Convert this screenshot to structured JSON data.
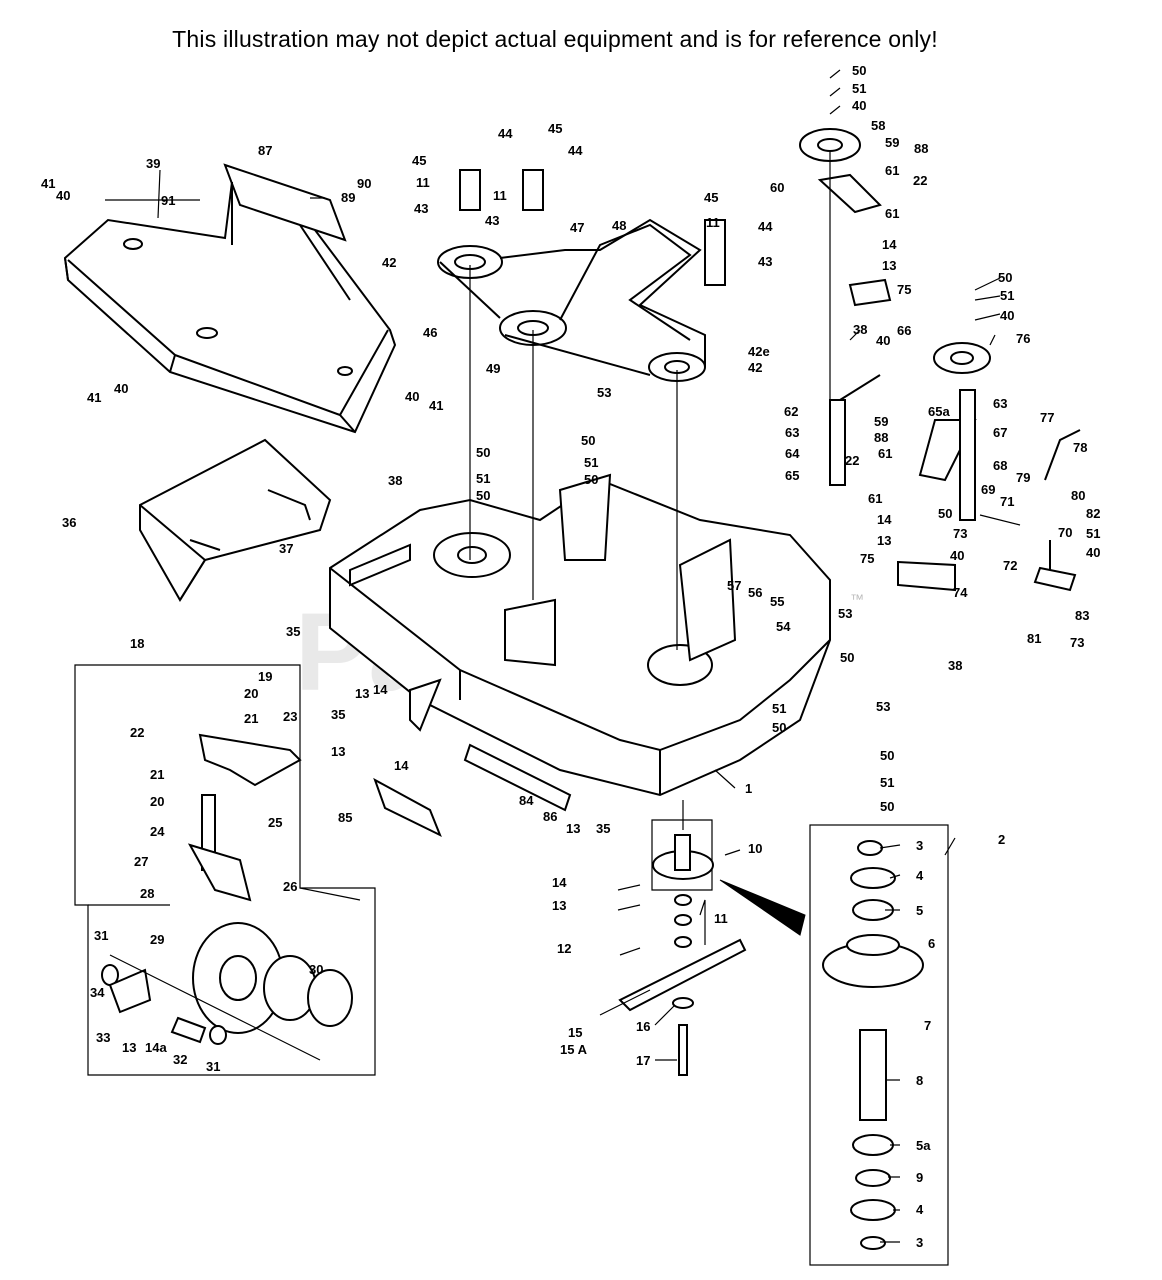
{
  "disclaimer": "This illustration may not depict actual equipment and is for reference only!",
  "watermark": "PartsTree",
  "watermark_tm": "™",
  "callouts": {
    "c1": "1",
    "c2": "2",
    "c3a": "3",
    "c3b": "3",
    "c4a": "4",
    "c4b": "4",
    "c5": "5",
    "c5a": "5a",
    "c6": "6",
    "c7": "7",
    "c8": "8",
    "c9": "9",
    "c10": "10",
    "c11a": "11",
    "c11b": "11",
    "c11c": "11",
    "c11d": "11",
    "c12": "12",
    "c13a": "13",
    "c13b": "13",
    "c13c": "13",
    "c13d": "13",
    "c13e": "13",
    "c13f": "13",
    "c13g": "13",
    "c14a": "14",
    "c14b": "14",
    "c14c": "14",
    "c14d": "14",
    "c14e": "14",
    "c14a2": "14a",
    "c15": "15",
    "c15A": "15 A",
    "c16": "16",
    "c17": "17",
    "c18": "18",
    "c19": "19",
    "c20a": "20",
    "c20b": "20",
    "c21a": "21",
    "c21b": "21",
    "c22a": "22",
    "c22b": "22",
    "c22c": "22",
    "c23": "23",
    "c24": "24",
    "c25": "25",
    "c26": "26",
    "c27": "27",
    "c28": "28",
    "c29": "29",
    "c30": "30",
    "c31a": "31",
    "c31b": "31",
    "c32": "32",
    "c33": "33",
    "c34": "34",
    "c35a": "35",
    "c35b": "35",
    "c35c": "35",
    "c36": "36",
    "c37": "37",
    "c38a": "38",
    "c38b": "38",
    "c38c": "38",
    "c39": "39",
    "c40a": "40",
    "c40b": "40",
    "c40c": "40",
    "c40d": "40",
    "c40e": "40",
    "c40f": "40",
    "c40g": "40",
    "c40h": "40",
    "c41a": "41",
    "c41b": "41",
    "c41c": "41",
    "c42a": "42",
    "c42b": "42",
    "c42e": "42e",
    "c43a": "43",
    "c43b": "43",
    "c43c": "43",
    "c44a": "44",
    "c44b": "44",
    "c44c": "44",
    "c45a": "45",
    "c45b": "45",
    "c45c": "45",
    "c46": "46",
    "c47": "47",
    "c48": "48",
    "c49": "49",
    "c50a": "50",
    "c50b": "50",
    "c50c": "50",
    "c50d": "50",
    "c50e": "50",
    "c50f": "50",
    "c50g": "50",
    "c50h": "50",
    "c50i": "50",
    "c50j": "50",
    "c51a": "51",
    "c51b": "51",
    "c51c": "51",
    "c51d": "51",
    "c51e": "51",
    "c51f": "51",
    "c51g": "51",
    "c53a": "53",
    "c53b": "53",
    "c53c": "53",
    "c54": "54",
    "c55": "55",
    "c56": "56",
    "c57": "57",
    "c58": "58",
    "c59a": "59",
    "c59b": "59",
    "c60": "60",
    "c61a": "61",
    "c61b": "61",
    "c61c": "61",
    "c61d": "61",
    "c62": "62",
    "c63a": "63",
    "c63b": "63",
    "c64": "64",
    "c65": "65",
    "c65a": "65a",
    "c66": "66",
    "c67": "67",
    "c68": "68",
    "c69": "69",
    "c70": "70",
    "c71": "71",
    "c72": "72",
    "c73a": "73",
    "c73b": "73",
    "c74": "74",
    "c75a": "75",
    "c75b": "75",
    "c76": "76",
    "c77": "77",
    "c78": "78",
    "c79": "79",
    "c80": "80",
    "c81": "81",
    "c82": "82",
    "c83": "83",
    "c84": "84",
    "c85": "85",
    "c86": "86",
    "c87": "87",
    "c88a": "88",
    "c88b": "88",
    "c89": "89",
    "c90": "90",
    "c91": "91"
  }
}
